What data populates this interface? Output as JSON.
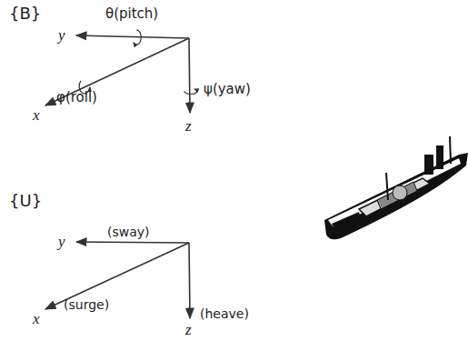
{
  "diagram": {
    "labels": [
      "{B}",
      "θ(pitch)",
      "y",
      "φ(roll)",
      "x",
      "ψ(yaw)",
      "z",
      "{U}",
      "(sway)",
      "y",
      "x",
      "(surge)",
      "z",
      "(heave)"
    ]
  }
}
